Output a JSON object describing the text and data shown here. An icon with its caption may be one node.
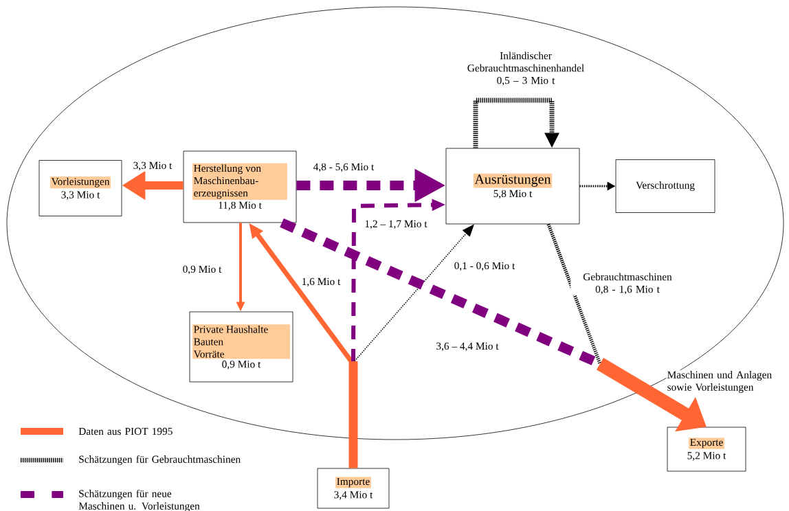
{
  "diagram": {
    "nodes": [
      {
        "text": [],
        "shape": "ellipse"
      },
      {
        "text": [
          "Herstellung von Maschinenbau-erzeugnissen",
          "11,8 Mio t"
        ],
        "in": 0
      },
      {
        "text": [
          "Vorleistungen",
          "3,3 Mio t"
        ],
        "in": 0
      },
      {
        "text": [
          "Ausrüstungen",
          "5,8 Mio t"
        ],
        "in": 0
      },
      {
        "text": [
          "Verschrottung"
        ],
        "in": 0
      },
      {
        "text": [
          "Private Haushalte",
          "Bauten",
          "Vorräte",
          "0,9 Mio t"
        ],
        "in": 0
      },
      {
        "text": [
          "Importe",
          "3,4 Mio t"
        ]
      },
      {
        "text": [
          "Exporte",
          "5,2 Mio t"
        ]
      }
    ],
    "edges": [
      {
        "from": 1,
        "to": 2,
        "arrow": "to",
        "label": "3,3 Mio t",
        "style": "thick",
        "color": "#ff6633"
      },
      {
        "from": 1,
        "to": 3,
        "arrow": "to",
        "label": "4,8 - 5,6 Mio t",
        "style": "dashed",
        "color": "#800080"
      },
      {
        "from": 1,
        "to": 5,
        "arrow": "to",
        "label": "0,9 Mio t",
        "color": "#ff6633"
      },
      {
        "from": 6,
        "to": 1,
        "arrow": "to",
        "label": "1,6 Mio t",
        "color": "#ff6633"
      },
      {
        "from": 6,
        "to": 3,
        "arrow": "to",
        "label": "1,2 – 1,7 Mio t",
        "style": "dashed",
        "color": "#800080"
      },
      {
        "from": 6,
        "to": 3,
        "arrow": "to",
        "label": "0,1 - 0,6 Mio t",
        "style": "dashed",
        "color": "#000000"
      },
      {
        "from": 3,
        "to": 3,
        "arrow": "to",
        "label": "Inländischer Gebrauchtmaschinenhandel 0,5 – 3 Mio t",
        "style": "dashed",
        "color": "#000000"
      },
      {
        "from": 3,
        "to": 4,
        "arrow": "to",
        "style": "dashed",
        "color": "#000000"
      },
      {
        "from": 3,
        "to": 7,
        "arrow": "to",
        "label": "Gebrauchtmaschinen 0,8 - 1,6 Mio t",
        "style": "dashed",
        "color": "#000000"
      },
      {
        "from": 1,
        "to": 7,
        "arrow": "to",
        "label": "3,6 – 4,4 Mio t",
        "style": "dashed",
        "color": "#800080"
      }
    ],
    "labels": [
      "Maschinen und Anlagen sowie Vorleistungen"
    ],
    "legend": [
      {
        "text": "Daten aus PIOT 1995"
      },
      {
        "text": "Schätzungen für Gebrauchtmaschinen"
      },
      {
        "text": "Schätzungen für neue Maschinen u. Vorleistungen"
      }
    ]
  }
}
